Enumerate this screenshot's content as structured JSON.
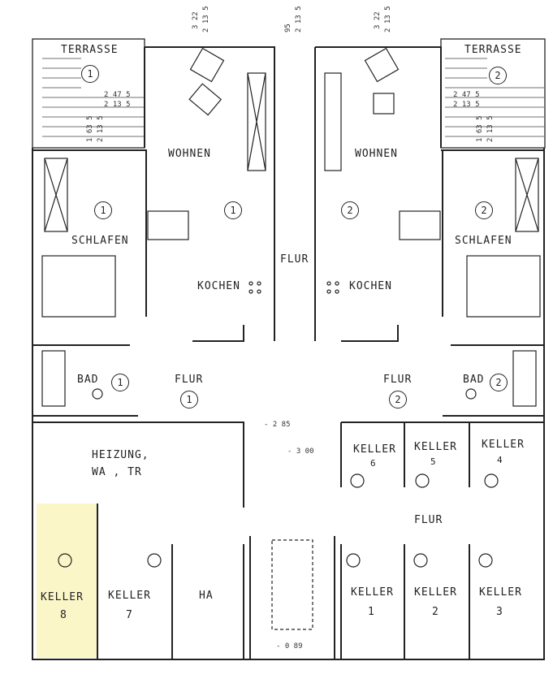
{
  "labels": {
    "terrasse": "TERRASSE",
    "wohnen": "WOHNEN",
    "schlafen": "SCHLAFEN",
    "kochen": "KOCHEN",
    "flur": "FLUR",
    "bad": "BAD",
    "heizung_1": "HEIZUNG,",
    "heizung_2": "WA , TR",
    "keller": "KELLER",
    "ha": "HA"
  },
  "unit_numbers": {
    "one": "1",
    "two": "2"
  },
  "keller_numbers": {
    "k1": "1",
    "k2": "2",
    "k3": "3",
    "k4": "4",
    "k5": "5",
    "k6": "6",
    "k7": "7",
    "k8": "8"
  },
  "dimensions": {
    "top_left": "3 22",
    "top_left_b": "2 13 5",
    "top_mid": "95",
    "top_mid_b": "2 13 5",
    "top_right": "3 22",
    "top_right_b": "2 13 5",
    "terr_l_w": "2 47 5",
    "terr_l_w_b": "2 13 5",
    "terr_l_h": "1 63 5",
    "terr_l_h_b": "2 13 5",
    "terr_r_w": "2 47 5",
    "terr_r_w_b": "2 13 5",
    "terr_r_h": "1 63 5",
    "terr_r_h_b": "2 13 5",
    "level_a": "- 2 85",
    "level_b": "- 3 00",
    "level_c": "- 0 89"
  },
  "colors": {
    "line": "#222222",
    "highlight": "#fbf6c8"
  }
}
